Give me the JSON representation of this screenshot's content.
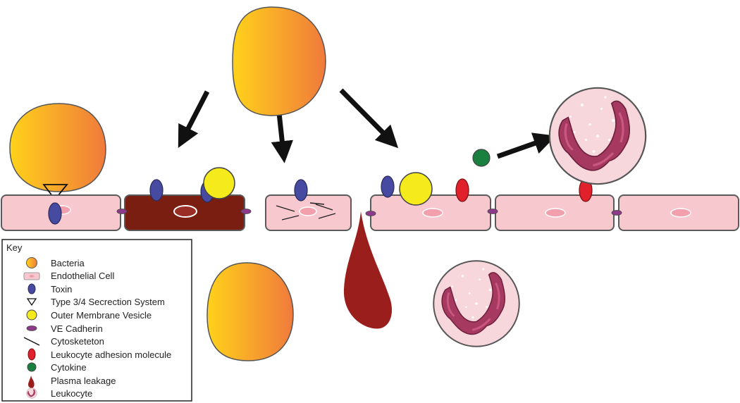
{
  "key": {
    "title": "Key",
    "items": [
      {
        "label": "Bacteria",
        "icon": "bacteria-icon"
      },
      {
        "label": "Endothelial Cell",
        "icon": "endothelial-cell-icon"
      },
      {
        "label": "Toxin",
        "icon": "toxin-icon"
      },
      {
        "label": "Type 3/4 Secrection System",
        "icon": "secretion-system-icon"
      },
      {
        "label": "Outer Membrane Vesicle",
        "icon": "vesicle-icon"
      },
      {
        "label": "VE Cadherin",
        "icon": "cadherin-icon"
      },
      {
        "label": "Cytosketeton",
        "icon": "cytoskeleton-icon"
      },
      {
        "label": "Leukocyte adhesion molecule",
        "icon": "adhesion-molecule-icon"
      },
      {
        "label": "Cytokine",
        "icon": "cytokine-icon"
      },
      {
        "label": "Plasma leakage",
        "icon": "plasma-icon"
      },
      {
        "label": "Leukocyte",
        "icon": "leukocyte-icon"
      }
    ]
  },
  "colors": {
    "bacteria_start": "#ffd21a",
    "bacteria_end": "#f07a3c",
    "cell_fill": "#f7c9cf",
    "cell_stroke": "#5a5a5a",
    "damaged_cell": "#7a1e12",
    "toxin": "#464aa0",
    "vesicle": "#f4ea1c",
    "cadherin": "#8e3a8a",
    "adhesion": "#e0202a",
    "cytokine": "#1a8040",
    "plasma": "#9a1f1c",
    "leukocyte_fill": "#f7d6dc",
    "leukocyte_nucleus": "#a5395f"
  }
}
